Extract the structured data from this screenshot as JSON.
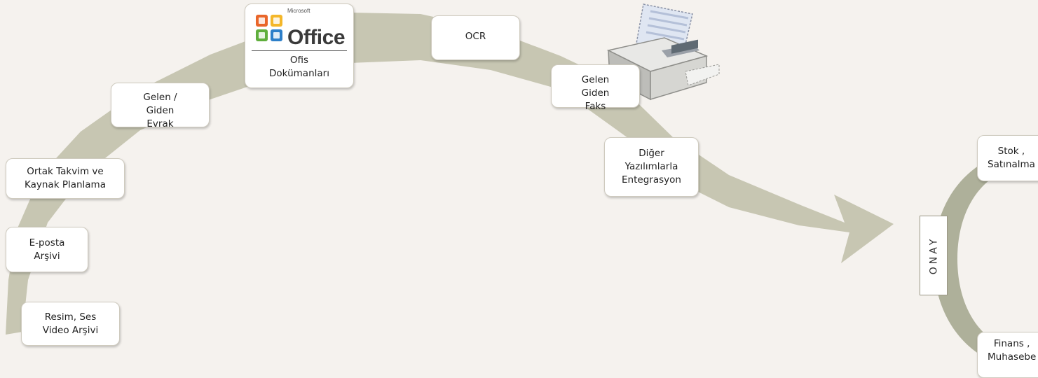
{
  "colors": {
    "arrow": "#c7c6b2",
    "ring": "#aeb09a",
    "background": "#f5f2ee"
  },
  "nodes": {
    "resim": "Resim, Ses\nVideo Arşivi",
    "eposta": "E-posta\nArşivi",
    "takvim": "Ortak Takvim ve\nKaynak Planlama",
    "evrak": "Gelen /\nGiden\nEvrak",
    "ofis": "Ofis\nDokümanları",
    "ocr": "OCR",
    "faks": "Gelen\nGiden\nFaks",
    "entegrasyon": "Diğer\nYazılımlarla\nEntegrasyon"
  },
  "office_logo": {
    "brand": "Microsoft",
    "word": "Office"
  },
  "cycle": {
    "onay": "ONAY",
    "stok": "Stok ,\nSatınalma",
    "finans": "Finans ,\nMuhasebe"
  },
  "icons": {
    "fax": "fax-machine-icon",
    "office": "office-logo-icon"
  }
}
